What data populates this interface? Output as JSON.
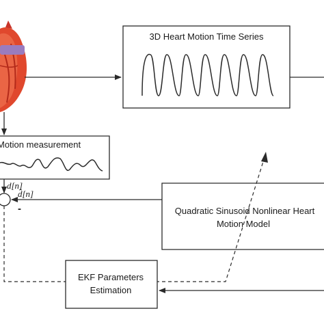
{
  "diagram": {
    "time_series_box": {
      "title": "3D Heart Motion Time Series"
    },
    "measurement_box": {
      "title": "Motion measurement"
    },
    "model_box": {
      "line1": "Quadratic Sinusoid Nonlinear Heart",
      "line2": "Motion Model"
    },
    "ekf_box": {
      "line1": "EKF Parameters",
      "line2": "Estimation"
    },
    "signals": {
      "measured": "d[n]",
      "estimated": "d̂[n]",
      "minus_sign": "-"
    },
    "colors": {
      "line": "#2a2a2a",
      "heart_base": "#e0482d",
      "heart_dark": "#b32a1a",
      "heart_light": "#f07a55",
      "vessel": "#9a7cbf"
    }
  }
}
